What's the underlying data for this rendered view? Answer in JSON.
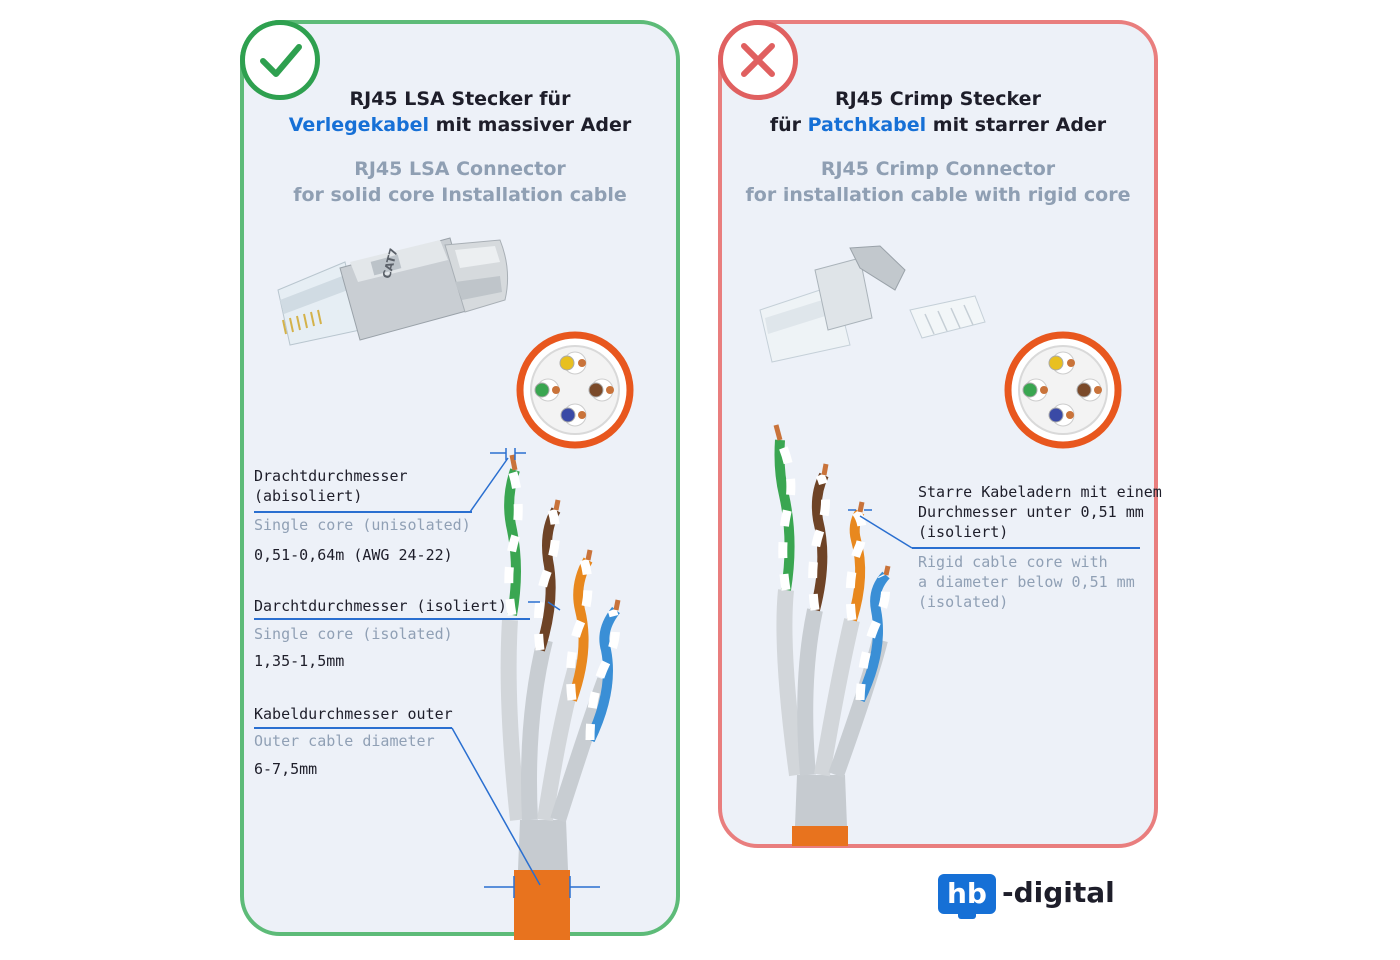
{
  "left": {
    "title_line1": "RJ45 LSA Stecker für",
    "title_highlight": "Verlegekabel",
    "title_rest": " mit massiver Ader",
    "subtitle_line1": "RJ45 LSA Connector",
    "subtitle_line2": "for solid core Installation cable",
    "connector_marking": "CAT7",
    "wire_label_de_1": "Drachtdurchmesser",
    "wire_label_de_2": "(abisoliert)",
    "wire_label_en": "Single core (unisolated)",
    "wire_value": "0,51-0,64m (AWG 24-22)",
    "iso_label_de": "Darchtdurchmesser (isoliert)",
    "iso_label_en": "Single core (isolated)",
    "iso_value": "1,35-1,5mm",
    "outer_label_de": "Kabeldurchmesser outer",
    "outer_label_en": "Outer cable diameter",
    "outer_value": "6-7,5mm"
  },
  "right": {
    "title_line1": "RJ45 Crimp Stecker",
    "title_pre": "für ",
    "title_highlight": "Patchkabel",
    "title_rest": " mit starrer Ader",
    "subtitle_line1": "RJ45 Crimp Connector",
    "subtitle_line2": "for installation cable with rigid core",
    "note_de_1": "Starre Kabeladern mit einem",
    "note_de_2": "Durchmesser unter 0,51 mm",
    "note_de_3": "(isoliert)",
    "note_en_1": "Rigid cable core with",
    "note_en_2": "a diameter below 0,51 mm",
    "note_en_3": "(isolated)"
  },
  "logo": {
    "box_text": "hb",
    "text": "-digital"
  },
  "colors": {
    "good": "#5dbb78",
    "bad": "#e97e7e",
    "accent": "#1670d6",
    "cable_orange": "#e8731e",
    "text_dark": "#1e1e2a",
    "text_grey": "#90a0b5"
  },
  "icons": {
    "good_badge": "checkmark-icon",
    "bad_badge": "cross-icon"
  }
}
